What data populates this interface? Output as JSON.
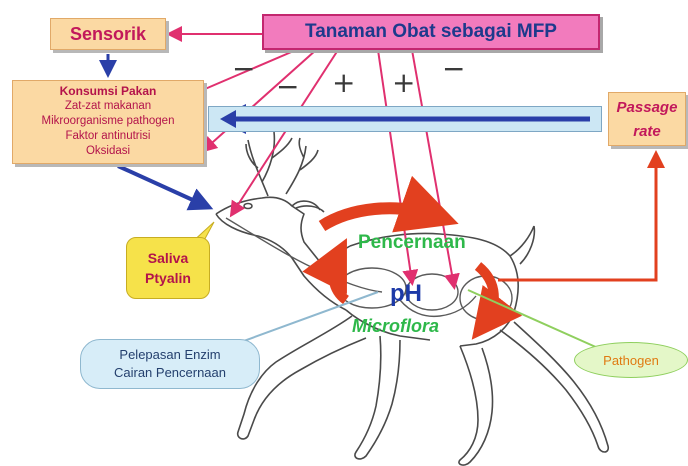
{
  "title": "Tanaman Obat sebagai MFP",
  "sensorik": "Sensorik",
  "konsumsi": {
    "heading": "Konsumsi Pakan",
    "items": [
      "Zat-zat makanan",
      "Mikroorganisme pathogen",
      "Faktor antinutrisi",
      "Oksidasi"
    ]
  },
  "passage_rate": {
    "line1": "Passage",
    "line2": "rate"
  },
  "signs": [
    "−",
    "−",
    "+",
    "+",
    "−"
  ],
  "saliva": {
    "line1": "Saliva",
    "line2": "Ptyalin"
  },
  "pencernaan": "Pencernaan",
  "ph": "pH",
  "microflora": "Microflora",
  "pelepasan": {
    "line1": "Pelepasan Enzim",
    "line2": "Cairan Pencernaan"
  },
  "pathogen": "Pathogen",
  "colors": {
    "title_fill": "#f27bbd",
    "box_fill": "#fbd9a3",
    "pink_arrow": "#e0306f",
    "blue_arrow": "#2a3fa8",
    "red_arrow": "#e2401f",
    "green_text": "#2eb84a"
  }
}
